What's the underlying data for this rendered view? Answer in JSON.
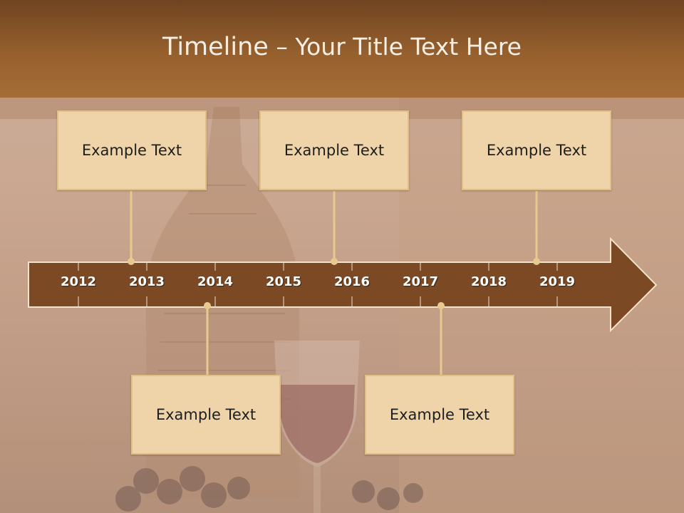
{
  "slide": {
    "title_main": "Timeline",
    "title_rest": " – Your Title Text Here"
  },
  "timeline": {
    "years": [
      "2012",
      "2013",
      "2014",
      "2015",
      "2016",
      "2017",
      "2018",
      "2019"
    ],
    "callouts_top": [
      "Example Text",
      "Example Text",
      "Example Text"
    ],
    "callouts_bottom": [
      "Example Text",
      "Example Text"
    ]
  },
  "colors": {
    "header": "#96602e",
    "arrow": "#7b4a24",
    "box": "#eed4a8",
    "connector": "#e8c98f"
  }
}
